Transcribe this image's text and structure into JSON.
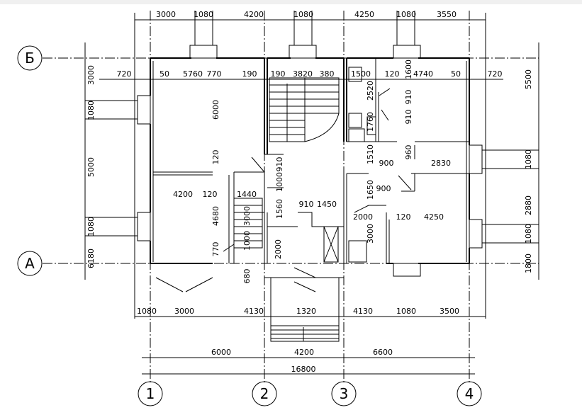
{
  "axes": {
    "letters": [
      "Б",
      "А"
    ],
    "numbers": [
      "1",
      "2",
      "3",
      "4"
    ]
  },
  "dims": {
    "top_row": [
      "3000",
      "1080",
      "4200",
      "1080",
      "4250",
      "1080",
      "3550"
    ],
    "inner_row": [
      "720",
      "50",
      "5760",
      "770",
      "190",
      "190",
      "3820",
      "380",
      "1500",
      "120",
      "4740",
      "50",
      "720"
    ],
    "left": [
      "3000",
      "1080",
      "5000",
      "1080",
      "6180"
    ],
    "right": [
      "5500",
      "1080",
      "2880",
      "1080",
      "1800"
    ],
    "bottom_row": [
      "1080",
      "3000",
      "4130",
      "1320",
      "4130",
      "1080",
      "3500"
    ],
    "axis_row": [
      "6000",
      "4200",
      "6600"
    ],
    "total": "16800",
    "interior": [
      "6000",
      "120",
      "4200",
      "120",
      "4680",
      "770",
      "1440",
      "3000",
      "1000",
      "680",
      "910",
      "1000",
      "1560",
      "910",
      "1450",
      "2000",
      "2520",
      "1600",
      "910",
      "1760",
      "910",
      "960",
      "1510",
      "900",
      "2830",
      "1650",
      "900",
      "2000",
      "120",
      "4250",
      "3000"
    ]
  }
}
